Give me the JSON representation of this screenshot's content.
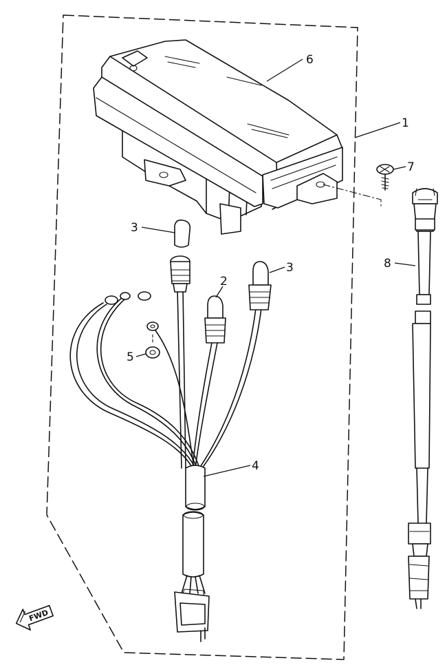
{
  "callouts": {
    "c1": "1",
    "c2": "2",
    "c3a": "3",
    "c3b": "3",
    "c4": "4",
    "c5": "5",
    "c6": "6",
    "c7": "7",
    "c8": "8"
  },
  "fwd_label": "FWD",
  "colors": {
    "ink": "#111111",
    "paper": "#ffffff"
  }
}
